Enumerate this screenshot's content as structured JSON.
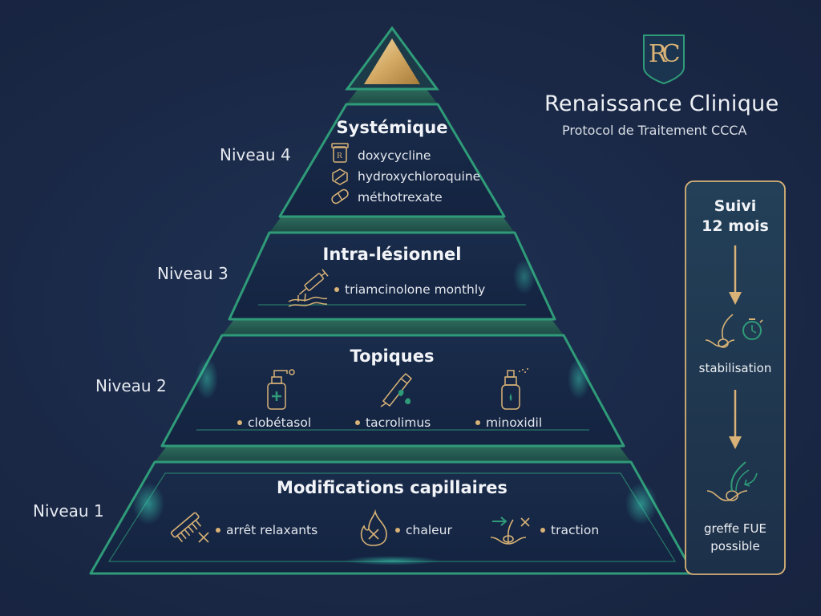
{
  "brand": {
    "logo_letters": "RC",
    "name": "Renaissance Clinique",
    "subtitle": "Protocol de Traitement CCCA",
    "colors": {
      "gold": "#d8b276",
      "green": "#2f9b78",
      "navy": "#1b2a4a"
    }
  },
  "pyramid": {
    "tiers": [
      {
        "level": "Niveau 4",
        "title": "Systémique",
        "items": [
          {
            "label": "doxycycline",
            "icon": "prescription-bottle-icon"
          },
          {
            "label": "hydroxychloroquine",
            "icon": "hexagon-pill-icon"
          },
          {
            "label": "méthotrexate",
            "icon": "capsule-icon"
          }
        ]
      },
      {
        "level": "Niveau 3",
        "title": "Intra-lésionnel",
        "items": [
          {
            "label": "triamcinolone monthly",
            "icon": "syringe-scalp-icon"
          }
        ]
      },
      {
        "level": "Niveau 2",
        "title": "Topiques",
        "items": [
          {
            "label": "clobétasol",
            "icon": "spray-bottle-icon"
          },
          {
            "label": "tacrolimus",
            "icon": "ointment-tube-icon"
          },
          {
            "label": "minoxidil",
            "icon": "mist-bottle-icon"
          }
        ]
      },
      {
        "level": "Niveau 1",
        "title": "Modifications capillaires",
        "items": [
          {
            "label": "arrêt relaxants",
            "icon": "comb-cross-icon"
          },
          {
            "label": "chaleur",
            "icon": "flame-cross-icon"
          },
          {
            "label": "traction",
            "icon": "hair-traction-icon"
          }
        ]
      }
    ]
  },
  "followup": {
    "title_line1": "Suivi",
    "title_line2": "12 mois",
    "steps": [
      {
        "label": "stabilisation",
        "icon": "hair-follicle-stopwatch-icon"
      },
      {
        "label_line1": "greffe FUE",
        "label_line2": "possible",
        "icon": "hair-graft-icon"
      }
    ]
  }
}
